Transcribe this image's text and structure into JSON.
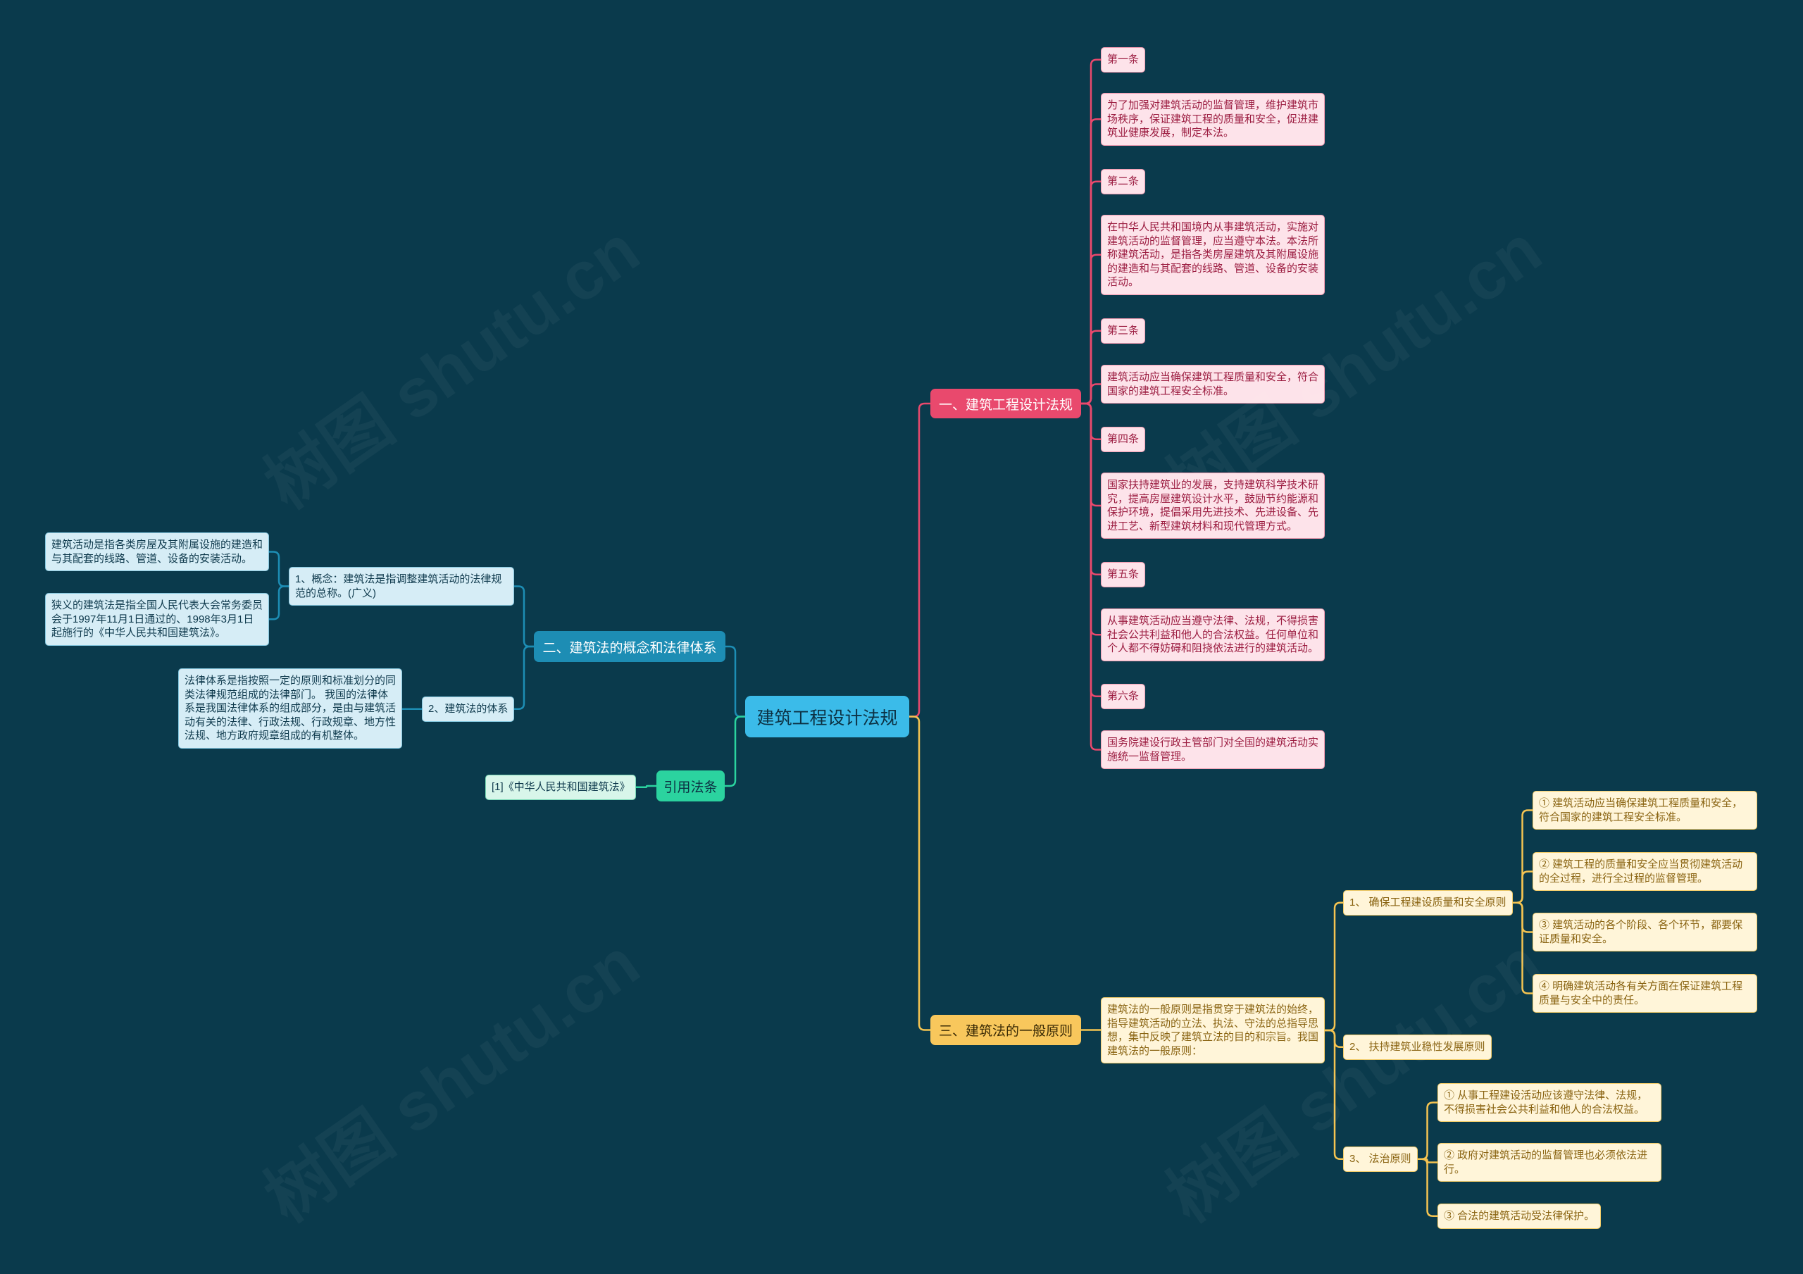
{
  "mindmap": {
    "root": "建筑工程设计法规",
    "branch1": {
      "label": "一、建筑工程设计法规",
      "items": [
        {
          "article": "第一条",
          "text": "为了加强对建筑活动的监督管理，维护建筑市场秩序，保证建筑工程的质量和安全，促进建筑业健康发展，制定本法。"
        },
        {
          "article": "第二条",
          "text": "在中华人民共和国境内从事建筑活动，实施对建筑活动的监督管理，应当遵守本法。本法所称建筑活动，是指各类房屋建筑及其附属设施的建造和与其配套的线路、管道、设备的安装活动。"
        },
        {
          "article": "第三条",
          "text": "建筑活动应当确保建筑工程质量和安全，符合国家的建筑工程安全标准。"
        },
        {
          "article": "第四条",
          "text": "国家扶持建筑业的发展，支持建筑科学技术研究，提高房屋建筑设计水平，鼓励节约能源和保护环境，提倡采用先进技术、先进设备、先进工艺、新型建筑材料和现代管理方式。"
        },
        {
          "article": "第五条",
          "text": "从事建筑活动应当遵守法律、法规，不得损害社会公共利益和他人的合法权益。任何单位和个人都不得妨碍和阻挠依法进行的建筑活动。"
        },
        {
          "article": "第六条",
          "text": "国务院建设行政主管部门对全国的建筑活动实施统一监督管理。"
        }
      ]
    },
    "branch2": {
      "label": "二、建筑法的概念和法律体系",
      "concept": {
        "label": "1、概念：建筑法是指调整建筑活动的法律规范的总称。(广义)",
        "notes": [
          "建筑活动是指各类房屋及其附属设施的建造和与其配套的线路、管道、设备的安装活动。",
          "狭义的建筑法是指全国人民代表大会常务委员会于1997年11月1日通过的、1998年3月1日起施行的《中华人民共和国建筑法》。"
        ]
      },
      "system": {
        "label": "2、建筑法的体系",
        "notes": [
          "法律体系是指按照一定的原则和标准划分的同类法律规范组成的法律部门。 我国的法律体系是我国法律体系的组成部分，是由与建筑活动有关的法律、行政法规、行政规章、地方性法规、地方政府规章组成的有机整体。"
        ]
      }
    },
    "branch3": {
      "label": "三、建筑法的一般原则",
      "intro": "建筑法的一般原则是指贯穿于建筑法的始终，指导建筑活动的立法、执法、守法的总指导思想，集中反映了建筑立法的目的和宗旨。我国建筑法的一般原则：",
      "principles": [
        {
          "label": "1、 确保工程建设质量和安全原则",
          "points": [
            "① 建筑活动应当确保建筑工程质量和安全，符合国家的建筑工程安全标准。",
            "② 建筑工程的质量和安全应当贯彻建筑活动的全过程，进行全过程的监督管理。",
            "③ 建筑活动的各个阶段、各个环节，都要保证质量和安全。",
            "④ 明确建筑活动各有关方面在保证建筑工程质量与安全中的责任。"
          ]
        },
        {
          "label": "2、 扶持建筑业稳性发展原则"
        },
        {
          "label": "3、 法治原则",
          "points": [
            "① 从事工程建设活动应该遵守法律、法规，不得损害社会公共利益和他人的合法权益。",
            "② 政府对建筑活动的监督管理也必须依法进行。",
            "③ 合法的建筑活动受法律保护。"
          ]
        }
      ]
    },
    "references": {
      "label": "引用法条",
      "items": [
        "[1]《中华人民共和国建筑法》"
      ]
    }
  },
  "colors": {
    "background": "#0a3a4c",
    "root": "#3bbbe9",
    "branch1": "#e9496d",
    "branch2": "#1d8db4",
    "branch3": "#f5c451",
    "references": "#2bd39f"
  },
  "watermark": "树图 shutu.cn"
}
